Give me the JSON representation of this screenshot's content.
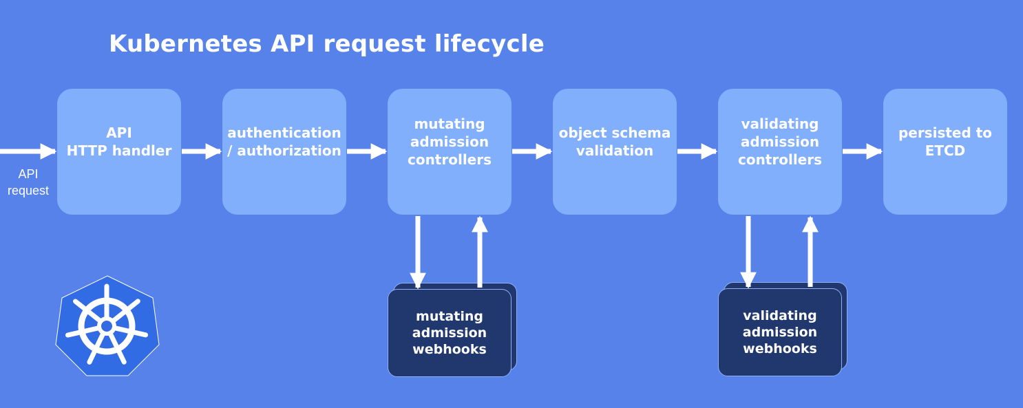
{
  "title": "Kubernetes API request lifecycle",
  "request_label": "API\nrequest",
  "stages": [
    {
      "id": "api-http-handler",
      "label": "API\nHTTP handler"
    },
    {
      "id": "authentication-authorization",
      "label": "authentication\n/ authorization"
    },
    {
      "id": "mutating-admission-controllers",
      "label": "mutating\nadmission\ncontrollers"
    },
    {
      "id": "object-schema-validation",
      "label": "object schema\nvalidation"
    },
    {
      "id": "validating-admission-controllers",
      "label": "validating\nadmission\ncontrollers"
    },
    {
      "id": "persisted-to-etcd",
      "label": "persisted to\nETCD"
    }
  ],
  "webhooks": [
    {
      "id": "mutating-admission-webhooks",
      "label": "mutating\nadmission\nwebhooks"
    },
    {
      "id": "validating-admission-webhooks",
      "label": "validating\nadmission\nwebhooks"
    }
  ],
  "colors": {
    "background": "#5782ea",
    "stage": "#82affc",
    "webhook": "#21386e",
    "logo": "#326ce5",
    "arrow": "#ffffff"
  },
  "logo_icon": "kubernetes-helm-wheel-icon"
}
